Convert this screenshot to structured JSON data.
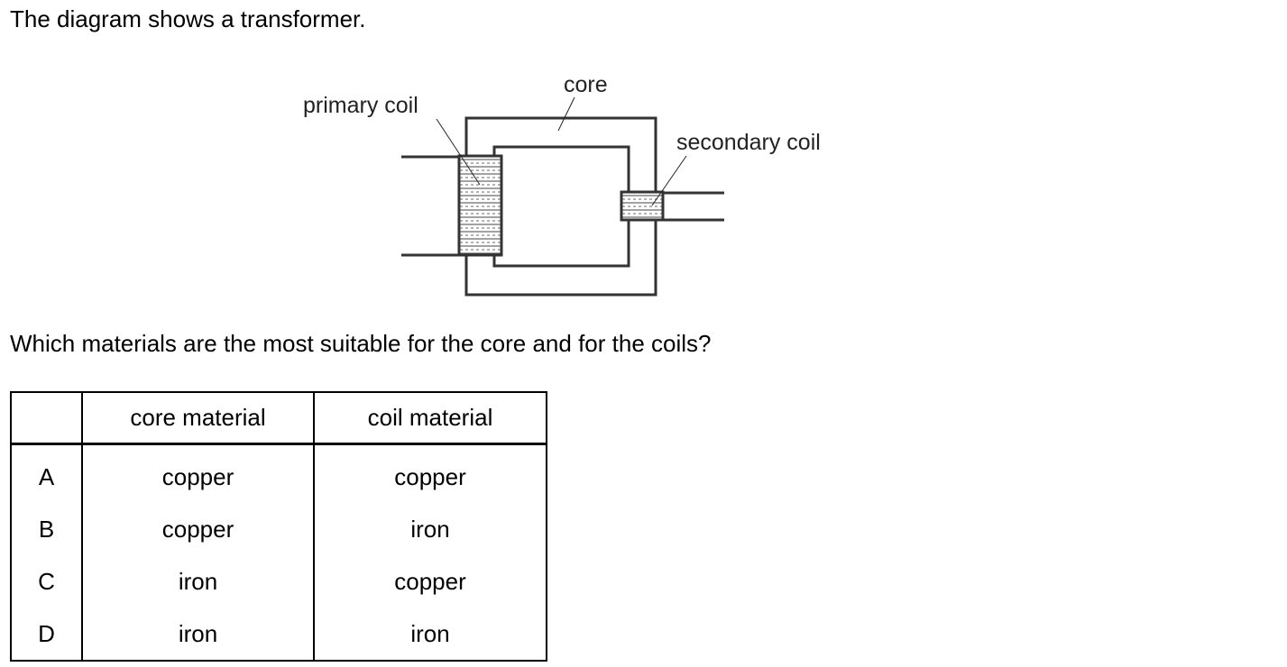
{
  "intro_text": "The diagram shows a transformer.",
  "diagram": {
    "labels": {
      "primary_coil": "primary coil",
      "core": "core",
      "secondary_coil": "secondary coil"
    }
  },
  "question_text": "Which materials are the most suitable for the core and for the coils?",
  "table": {
    "headers": [
      "",
      "core material",
      "coil material"
    ],
    "rows": [
      {
        "key": "A",
        "core": "copper",
        "coil": "copper"
      },
      {
        "key": "B",
        "core": "copper",
        "coil": "iron"
      },
      {
        "key": "C",
        "core": "iron",
        "coil": "copper"
      },
      {
        "key": "D",
        "core": "iron",
        "coil": "iron"
      }
    ]
  }
}
